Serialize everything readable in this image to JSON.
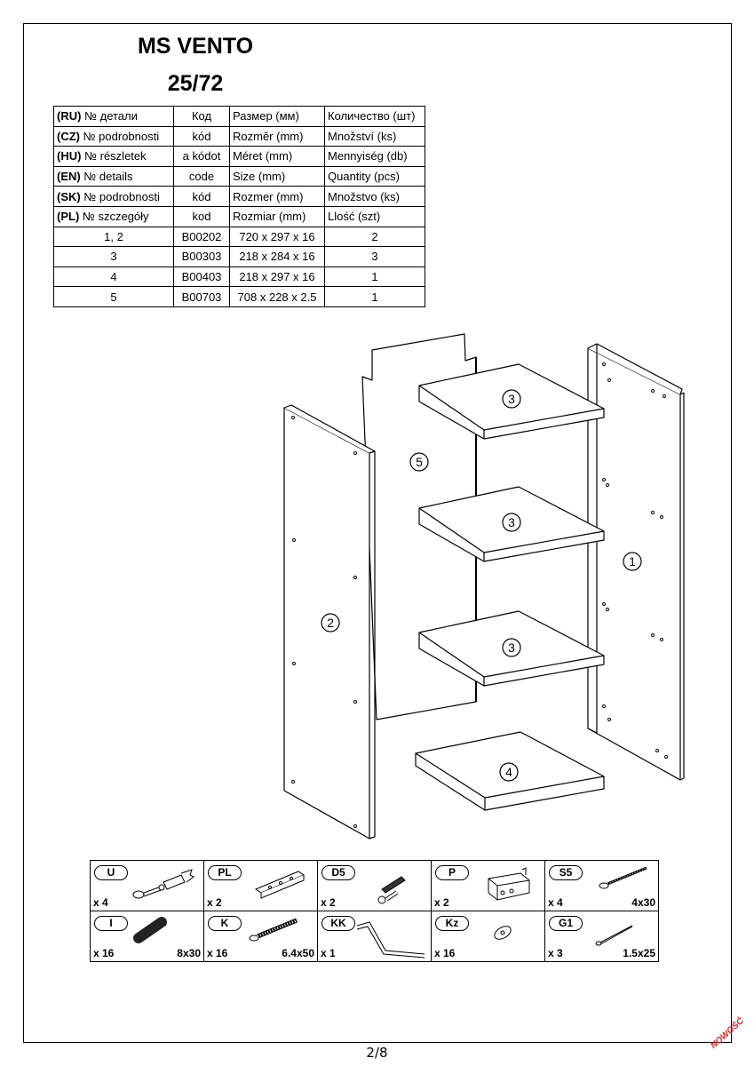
{
  "header": {
    "model": "MS VENTO",
    "size": "25/72"
  },
  "parts_table": {
    "lang_rows": [
      {
        "lang": "(RU)",
        "detail": "№ детали",
        "code": "Код",
        "size": "Размер  (мм)",
        "qty": "Количество (шт)"
      },
      {
        "lang": "(CZ)",
        "detail": "№ podrobnosti",
        "code": "kód",
        "size": "Rozměr (mm)",
        "qty": "Množství (ks)"
      },
      {
        "lang": "(HU)",
        "detail": "№ részletek",
        "code": "a kódot",
        "size": "Méret (mm)",
        "qty": "Mennyiség (db)"
      },
      {
        "lang": "(EN)",
        "detail": "№ details",
        "code": "code",
        "size": "Size (mm)",
        "qty": "Quantity  (pcs)"
      },
      {
        "lang": "(SK)",
        "detail": "№ podrobnosti",
        "code": "kód",
        "size": "Rozmer (mm)",
        "qty": "Množstvo (ks)"
      },
      {
        "lang": "(PL)",
        "detail": "№ szczegóły",
        "code": "kod",
        "size": "Rozmiar (mm)",
        "qty": "Llość (szt)"
      }
    ],
    "part_rows": [
      {
        "no": "1, 2",
        "code": "B00202",
        "size": "720 x 297 x 16",
        "qty": "2"
      },
      {
        "no": "3",
        "code": "B00303",
        "size": "218 x 284 x 16",
        "qty": "3"
      },
      {
        "no": "4",
        "code": "B00403",
        "size": "218 x 297 x 16",
        "qty": "1"
      },
      {
        "no": "5",
        "code": "B00703",
        "size": "708 x 228 x 2.5",
        "qty": "1"
      }
    ]
  },
  "diagram_labels": {
    "side_right": "1",
    "side_left": "2",
    "shelf_top": "3",
    "shelf_mid": "3",
    "shelf_low": "3",
    "bottom": "4",
    "back": "5"
  },
  "hardware": [
    {
      "code": "U",
      "qty": "x 4",
      "size": "",
      "icon": "cam-lock-bolt-icon"
    },
    {
      "code": "PL",
      "qty": "x 2",
      "size": "",
      "icon": "hanging-rail-icon"
    },
    {
      "code": "D5",
      "qty": "x 2",
      "size": "",
      "icon": "shelf-pin-icon"
    },
    {
      "code": "P",
      "qty": "x 2",
      "size": "",
      "icon": "wall-hanger-bracket-icon"
    },
    {
      "code": "S5",
      "qty": "x 4",
      "size": "4x30",
      "icon": "screw-icon"
    },
    {
      "code": "I",
      "qty": "x 16",
      "size": "8x30",
      "icon": "wood-dowel-icon"
    },
    {
      "code": "K",
      "qty": "x 16",
      "size": "6.4x50",
      "icon": "confirmat-screw-icon"
    },
    {
      "code": "KK",
      "qty": "x 1",
      "size": "",
      "icon": "hex-key-icon"
    },
    {
      "code": "Kz",
      "qty": "x 16",
      "size": "",
      "icon": "cover-cap-icon"
    },
    {
      "code": "G1",
      "qty": "x 3",
      "size": "1.5x25",
      "icon": "nail-icon"
    }
  ],
  "footer": {
    "page": "2/8",
    "stamp": "NOWOŚĆ"
  }
}
